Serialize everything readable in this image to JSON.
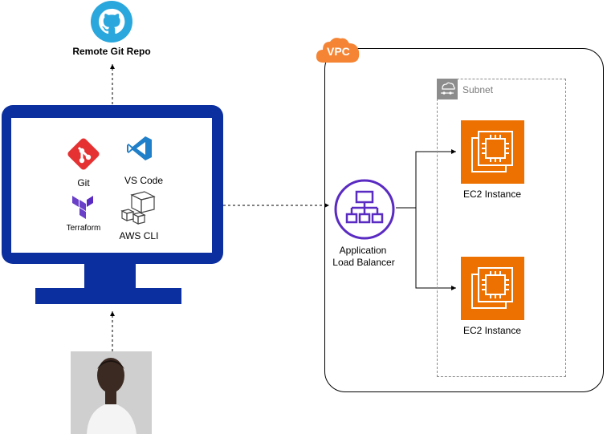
{
  "repo": {
    "label": "Remote Git Repo",
    "icon": "github-icon",
    "color": "#2aa7dd"
  },
  "workstation": {
    "tools": [
      {
        "name": "Git",
        "icon": "git-icon",
        "color": "#e53131"
      },
      {
        "name": "VS Code",
        "icon": "vscode-icon",
        "color": "#1f7fc8"
      },
      {
        "name": "Terraform",
        "icon": "terraform-icon",
        "color": "#6a40c9"
      },
      {
        "name": "AWS CLI",
        "icon": "aws-cli-icon",
        "color": "#444444"
      }
    ],
    "monitor_color": "#0b2f9e"
  },
  "user": {
    "icon": "user-photo"
  },
  "vpc": {
    "label": "VPC",
    "color": "#f58534"
  },
  "subnet": {
    "label": "Subnet",
    "icon": "subnet-icon"
  },
  "load_balancer": {
    "label_line1": "Application",
    "label_line2": "Load Balancer",
    "color": "#5a2bc2"
  },
  "instances": [
    {
      "label": "EC2 Instance",
      "icon": "ec2-icon"
    },
    {
      "label": "EC2 Instance",
      "icon": "ec2-icon"
    }
  ],
  "ec2_color": "#ed7100"
}
